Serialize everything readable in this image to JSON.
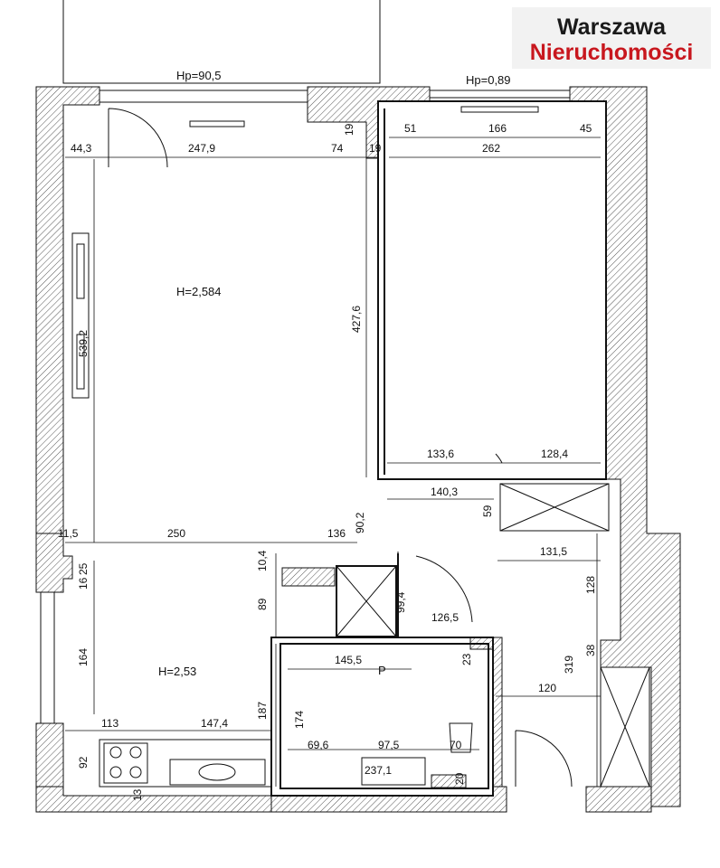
{
  "logo": {
    "line1": "Warszawa",
    "line2": "Nieruchomości",
    "accent": "#c8171e"
  },
  "colors": {
    "wall_hatch": "#555555",
    "line": "#111111"
  },
  "heights": {
    "window_living": "Hp=90,5",
    "window_bedroom": "Hp=0,89",
    "living_room": "H=2,584",
    "kitchen_area": "H=2,53"
  },
  "labels": {
    "bath": "P"
  },
  "dims": {
    "d44_3": "44,3",
    "d247_9": "247,9",
    "d74": "74",
    "d19a": "19",
    "d19b": "19",
    "d51": "51",
    "d166": "166",
    "d45": "45",
    "d262": "262",
    "d427_6": "427,6",
    "d539_2": "539,2",
    "d133_6": "133,6",
    "d128_4": "128,4",
    "d140_3": "140,3",
    "d59": "59",
    "d11_5": "11,5",
    "d250": "250",
    "d136": "136",
    "d90_2": "90,2",
    "d131_5": "131,5",
    "d10_4": "10,4",
    "d25": "25",
    "d16": "16",
    "d89": "89",
    "d99_4": "99,4",
    "d126_5": "126,5",
    "d128": "128",
    "d164": "164",
    "d145_5": "145,5",
    "d23": "23",
    "d38": "38",
    "d319": "319",
    "d120": "120",
    "d113": "113",
    "d147_4": "147,4",
    "d187": "187",
    "d174": "174",
    "d69_6": "69,6",
    "d97_5": "97,5",
    "d70": "70",
    "d92": "92",
    "d237_1": "237,1",
    "d20": "20",
    "d13": "13"
  }
}
